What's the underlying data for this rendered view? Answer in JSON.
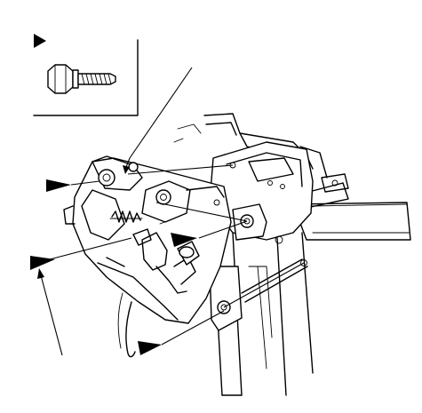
{
  "diagram": {
    "detail_box": {
      "marker": "triangle",
      "part_icon": "flange-bolt-icon"
    },
    "callouts": [
      {
        "id": "callout-upper-left",
        "marker": "triangle"
      },
      {
        "id": "callout-left",
        "marker": "triangle"
      },
      {
        "id": "callout-center",
        "marker": "triangle"
      },
      {
        "id": "callout-bottom",
        "marker": "triangle"
      }
    ]
  }
}
